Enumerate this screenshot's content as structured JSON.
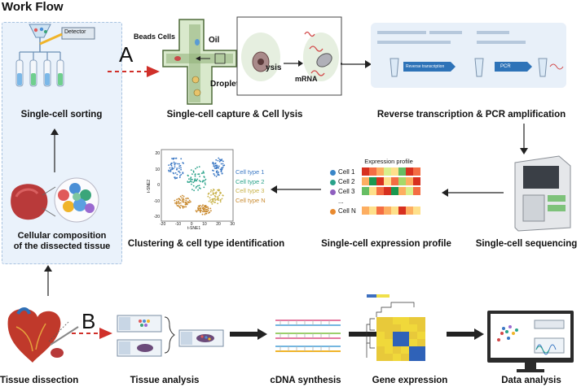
{
  "title": "Work Flow",
  "letters": {
    "a": "A",
    "b": "B"
  },
  "sorting": {
    "detector": "Detector",
    "label": "Single-cell sorting"
  },
  "tissue": {
    "label_line1": "Cellular composition",
    "label_line2": "of the dissected tissue"
  },
  "capture": {
    "beads_cells": "Beads Cells",
    "oil": "Oil",
    "droplet": "Droplet",
    "lysis": "ysis",
    "mrna": "mRNA",
    "label": "Single-cell capture & Cell lysis"
  },
  "rt": {
    "label": "Reverse transcription & PCR amplification",
    "pcr": "PCR",
    "rt_box": "Reverse transcription"
  },
  "sequencing": {
    "label": "Single-cell sequencing"
  },
  "expression": {
    "header": "Expression profile",
    "cells": [
      "Cell 1",
      "Cell 2",
      "Cell 3",
      "...",
      "Cell N"
    ],
    "cell_colors": [
      "#3a86c8",
      "#2aa28a",
      "#8f5fbf",
      "#ffffff",
      "#e98a2f"
    ],
    "label": "Single-cell expression profile"
  },
  "clustering": {
    "legend": [
      "Cell type 1",
      "Cell type 2",
      "Cell type 3",
      "Cell type N"
    ],
    "legend_colors": [
      "#3b78c4",
      "#2aa28a",
      "#c9b24a",
      "#c98a2f"
    ],
    "xlabel": "t-SNE1",
    "ylabel": "t-SNE2",
    "xticks": [
      "-20",
      "-10",
      "0",
      "10",
      "20",
      "30"
    ],
    "yticks": [
      "20",
      "10",
      "0",
      "-10",
      "-20"
    ],
    "label": "Clustering & cell type identification"
  },
  "bottom": {
    "tissue_dissection": "Tissue dissection",
    "tissue_analysis": "Tissue analysis",
    "cdna_synthesis": "cDNA synthesis",
    "gene_expression": "Gene expression",
    "data_analysis": "Data analysis"
  },
  "colors": {
    "red_arrow": "#d0302a",
    "box_bg": "#eaf2fb",
    "box_border": "#a9c3e0"
  }
}
